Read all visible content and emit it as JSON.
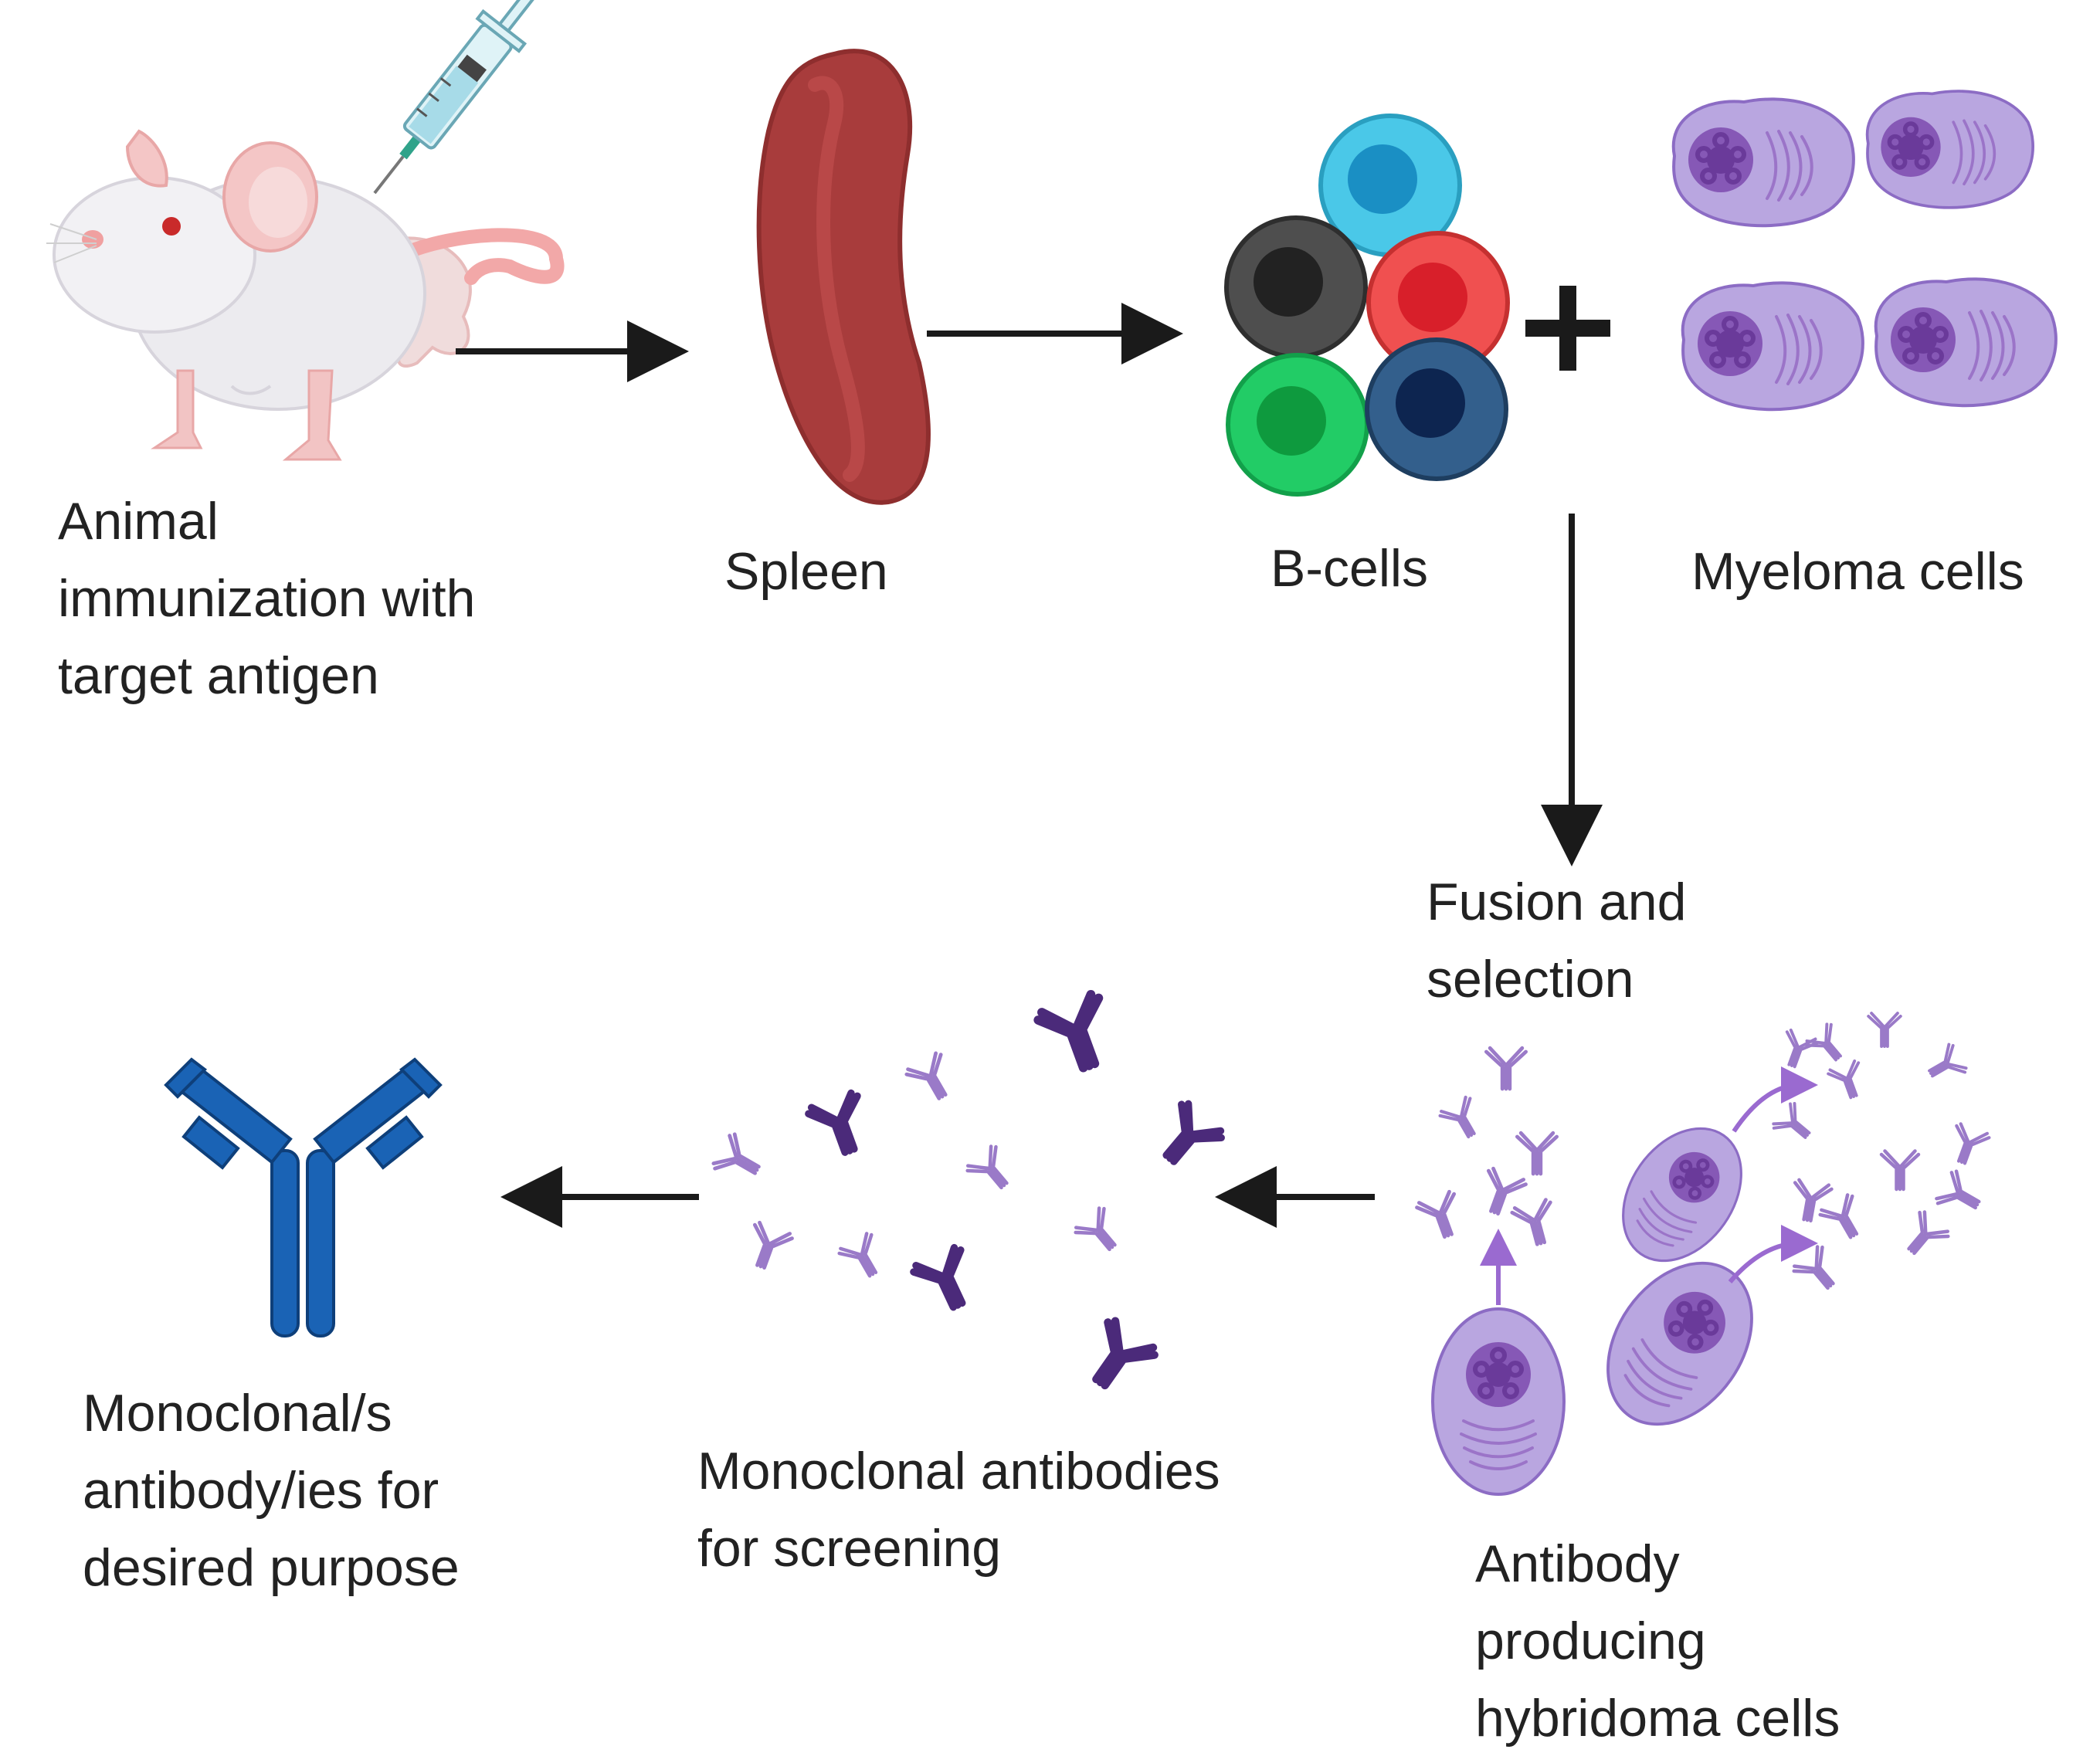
{
  "colors": {
    "text": "#222222",
    "arrow": "#1a1a1a",
    "spleen": "#a63a3a",
    "antibody_purple": "#4b2a7a",
    "antibody_blue": "#1a5fae",
    "cell_purple": "#b79ad9",
    "nucleus_purple": "#7a4aa6",
    "bcell_cyan": "#3bbce0",
    "bcell_red": "#ef4a4a",
    "bcell_grey": "#555555",
    "bcell_green": "#18c25a",
    "bcell_navy": "#2f5a88"
  },
  "labels": {
    "animal": [
      "Animal",
      "immunization with",
      "target antigen"
    ],
    "spleen": [
      "Spleen"
    ],
    "bcells": [
      "B-cells"
    ],
    "myeloma": [
      "Myeloma cells"
    ],
    "fusion": [
      "Fusion and",
      "selection"
    ],
    "hybridoma": [
      "Antibody",
      "producing",
      "hybridoma cells"
    ],
    "screening": [
      "Monoclonal antibodies",
      "for screening"
    ],
    "final": [
      "Monoclonal/s",
      "antibody/ies for",
      "desired purpose"
    ]
  },
  "icons": {
    "mouse": "mouse-icon",
    "syringe": "syringe-icon",
    "spleen": "spleen-icon",
    "bcells": "b-cell-cluster-icon",
    "plus": "plus-icon",
    "myeloma": "myeloma-cell-icon",
    "hybridoma": "hybridoma-cell-icon",
    "antibody": "antibody-icon"
  }
}
